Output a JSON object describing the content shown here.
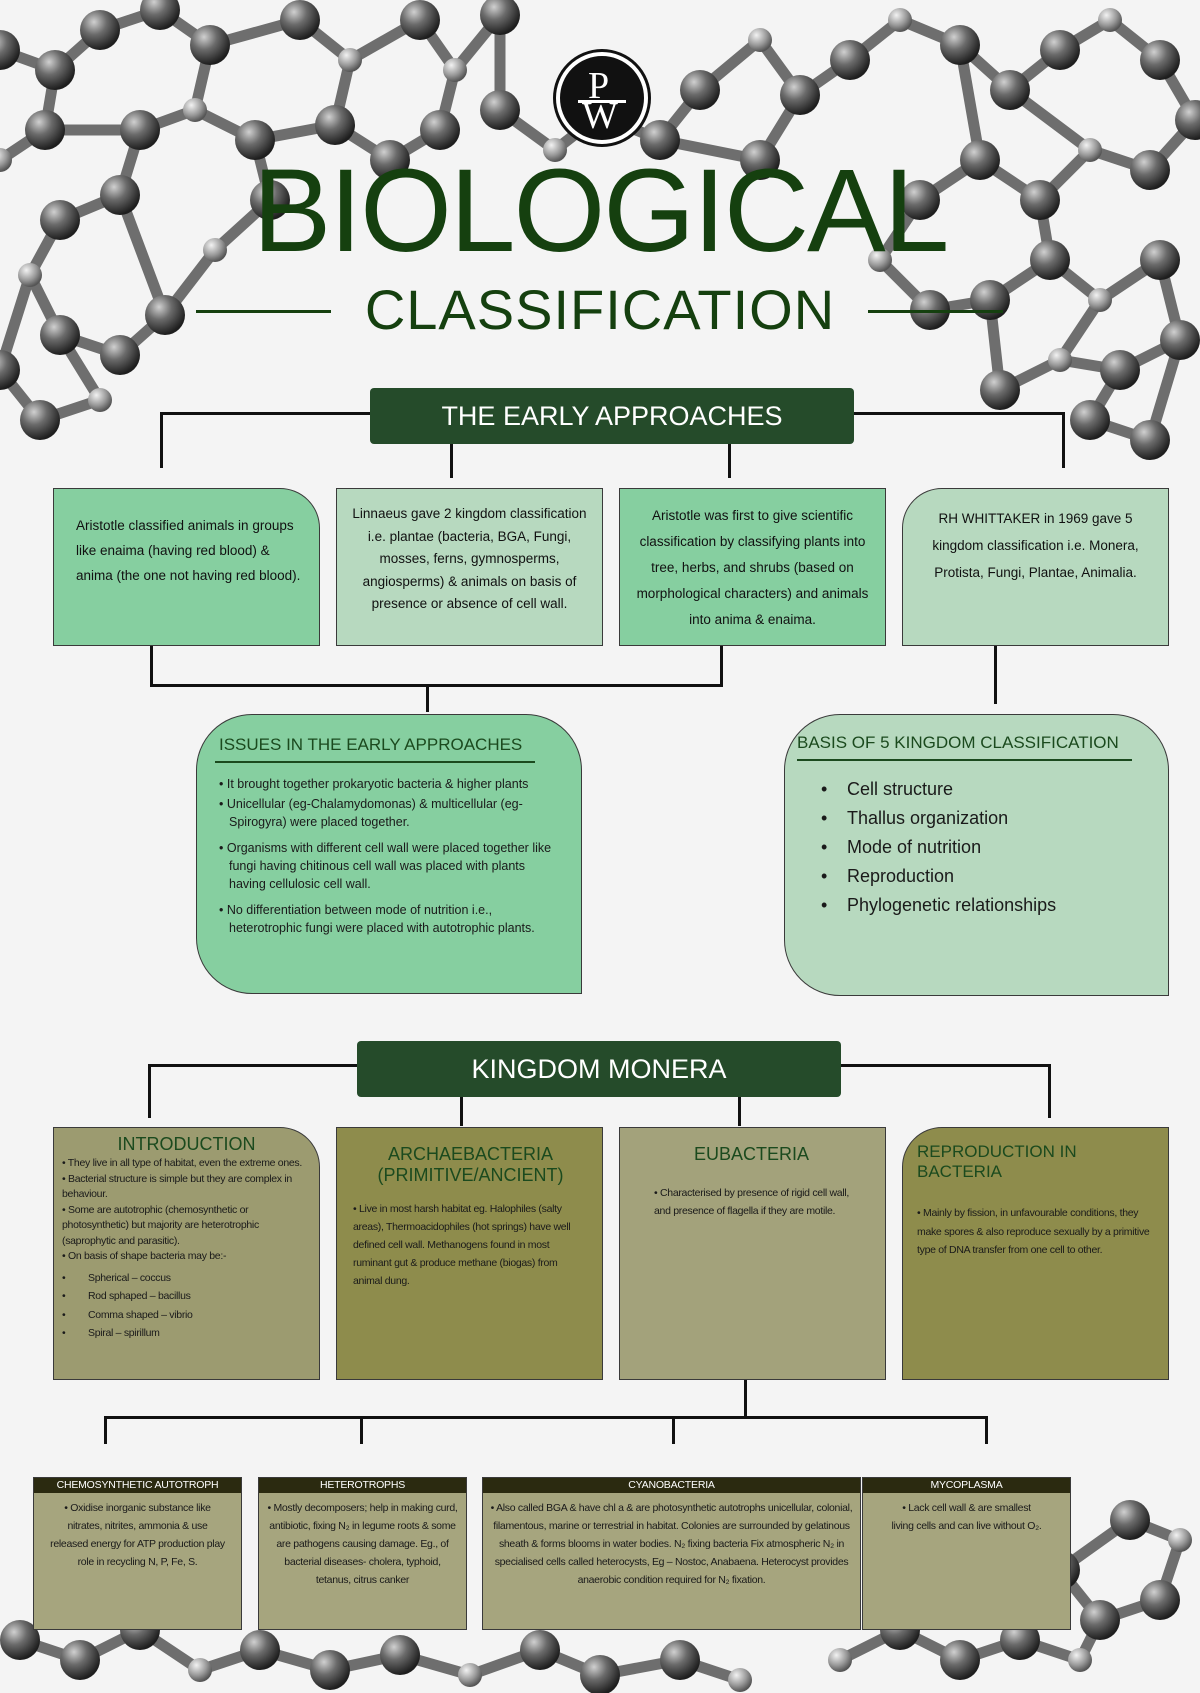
{
  "brand": {
    "logo_top": "P",
    "logo_bottom": "W"
  },
  "title": {
    "line1": "BIOLOGICAL",
    "line2": "CLASSIFICATION"
  },
  "early": {
    "header": "THE EARLY APPROACHES",
    "card1": "Aristotle classified animals in groups like enaima (having red blood) & anima (the one not having red blood).",
    "card2": "Linnaeus gave 2 kingdom classification i.e. plantae (bacteria, BGA, Fungi, mosses, ferns, gymnosperms, angiosperms) & animals on basis of presence or absence of cell wall.",
    "card3": "Aristotle was first to give scientific classification by classifying plants into tree, herbs, and shrubs (based on morphological characters) and animals into anima & enaima.",
    "card4": "RH WHITTAKER in 1969 gave 5 kingdom classification i.e. Monera, Protista, Fungi, Plantae, Animalia."
  },
  "issues": {
    "title": "ISSUES IN THE EARLY APPROACHES",
    "items": [
      "• It brought together prokaryotic bacteria & higher plants",
      "• Unicellular (eg-Chalamydomonas) & multicellular (eg- Spirogyra) were placed together.",
      "• Organisms with different cell wall were placed together like fungi having chitinous cell wall was placed with plants having cellulosic cell wall.",
      "• No differentiation between mode of nutrition i.e., heterotrophic fungi were placed with autotrophic plants."
    ]
  },
  "basis": {
    "title": "BASIS OF 5 KINGDOM CLASSIFICATION",
    "items": [
      "Cell structure",
      "Thallus organization",
      "Mode of nutrition",
      "Reproduction",
      "Phylogenetic relationships"
    ]
  },
  "monera": {
    "header": "KINGDOM MONERA",
    "intro": {
      "title": "INTRODUCTION",
      "lines": [
        "• They live in all type of habitat, even the extreme ones.",
        "• Bacterial structure is simple but they are complex in behaviour.",
        "• Some are autotrophic (chemosynthetic or photosynthetic) but majority are heterotrophic (saprophytic and parasitic).",
        "• On basis of shape bacteria may be:-"
      ],
      "shapes": [
        "Spherical – coccus",
        "Rod sphaped – bacillus",
        "Comma shaped – vibrio",
        "Spiral – spirillum"
      ]
    },
    "archae": {
      "title": "ARCHAEBACTERIA (PRIMITIVE/ANCIENT)",
      "text": "• Live in most harsh habitat eg. Halophiles (salty areas), Thermoacidophiles (hot springs) have well defined cell wall. Methanogens found in most ruminant gut & produce methane (biogas) from animal dung."
    },
    "eubac": {
      "title": "EUBACTERIA",
      "text": "• Characterised by presence of rigid cell wall, and presence of flagella if they are motile."
    },
    "repro": {
      "title": "REPRODUCTION IN BACTERIA",
      "text": "• Mainly by fission, in unfavourable conditions, they make spores & also reproduce sexually by a primitive type of DNA transfer from one cell to other."
    }
  },
  "types": {
    "chemo": {
      "title": "CHEMOSYNTHETIC AUTOTROPH",
      "text": "• Oxidise inorganic substance like nitrates, nitrites, ammonia & use released energy for ATP production play role in recycling N, P, Fe, S."
    },
    "hetero": {
      "title": "HETEROTROPHS",
      "text": "• Mostly decomposers; help in making curd, antibiotic, fixing N₂ in legume roots & some are pathogens causing damage. Eg., of bacterial diseases- cholera, typhoid, tetanus, citrus canker"
    },
    "cyano": {
      "title": "CYANOBACTERIA",
      "text": "• Also called BGA & have chl a & are photosynthetic autotrophs unicellular, colonial, filamentous, marine or terrestrial in habitat. Colonies are surrounded by gelatinous sheath & forms blooms in water bodies. N₂ fixing bacteria Fix atmospheric N₂ in specialised cells called heterocysts, Eg – Nostoc, Anabaena. Heterocyst provides anaerobic condition required for N₂ fixation."
    },
    "myco": {
      "title": "MYCOPLASMA",
      "text": "• Lack cell wall & are smallest living cells and can live without O₂."
    }
  }
}
